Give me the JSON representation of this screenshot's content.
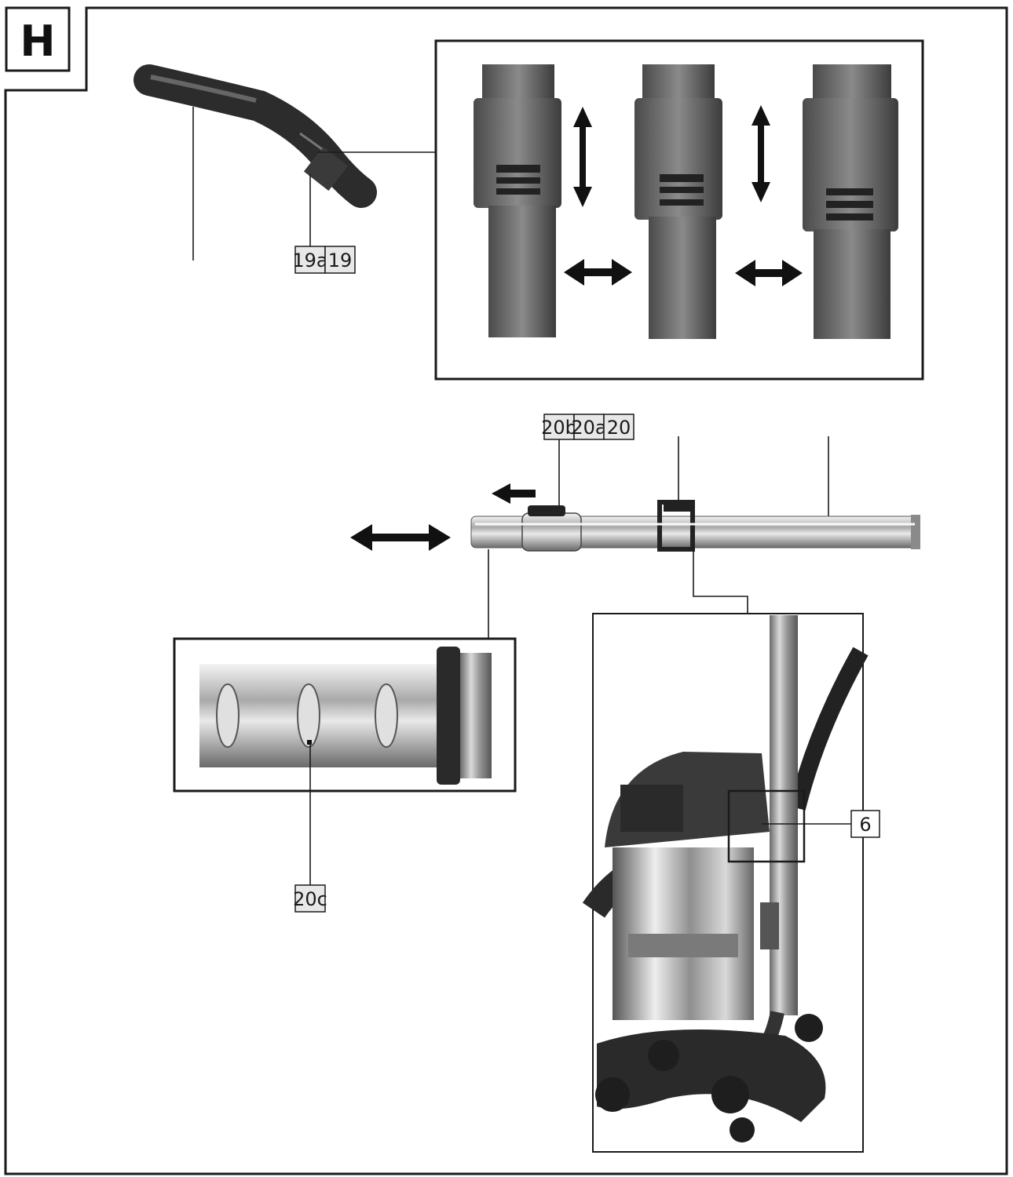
{
  "figure": {
    "section_letter": "H",
    "callouts": {
      "handle_release": "19a",
      "handle": "19",
      "tube_lock": "20b",
      "tube_inner": "20a",
      "tube": "20",
      "tube_clip": "20c",
      "tube_holder": "6"
    }
  },
  "colors": {
    "line": "#1a1a1a",
    "label_fill": "#e8e8e8",
    "dark_part": "#3a3a3a",
    "metal": "#b8b8b8"
  }
}
